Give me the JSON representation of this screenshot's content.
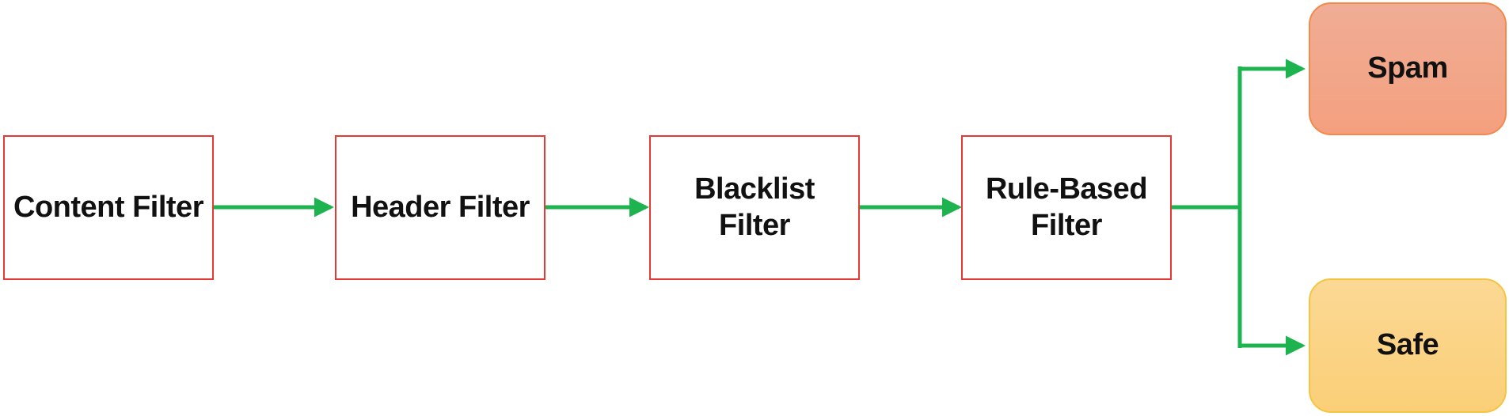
{
  "filters": [
    {
      "label": "Content Filter"
    },
    {
      "label": "Header Filter"
    },
    {
      "label": "Blacklist Filter"
    },
    {
      "label": "Rule-Based Filter"
    }
  ],
  "outcomes": {
    "spam": {
      "label": "Spam",
      "color": "#f4a584"
    },
    "safe": {
      "label": "Safe",
      "color": "#fcd27f"
    }
  },
  "colors": {
    "filter_border": "#e53935",
    "arrow": "#1db34f",
    "spam_border": "#f28a4b",
    "safe_border": "#f5c542"
  }
}
